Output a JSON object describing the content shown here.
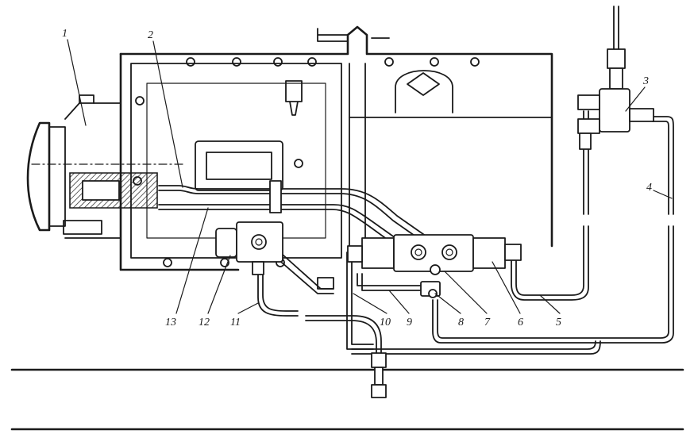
{
  "callouts": [
    {
      "id": "c1",
      "text": "1"
    },
    {
      "id": "c2",
      "text": "2"
    },
    {
      "id": "c3",
      "text": "3"
    },
    {
      "id": "c4",
      "text": "4"
    },
    {
      "id": "c5",
      "text": "5"
    },
    {
      "id": "c6",
      "text": "6"
    },
    {
      "id": "c7",
      "text": "7"
    },
    {
      "id": "c8",
      "text": "8"
    },
    {
      "id": "c9",
      "text": "9"
    },
    {
      "id": "c10",
      "text": "10"
    },
    {
      "id": "c11",
      "text": "11"
    },
    {
      "id": "c12",
      "text": "12"
    },
    {
      "id": "c13",
      "text": "13"
    }
  ],
  "colors": {
    "ink": "#1a1a1a",
    "paper": "#ffffff"
  }
}
